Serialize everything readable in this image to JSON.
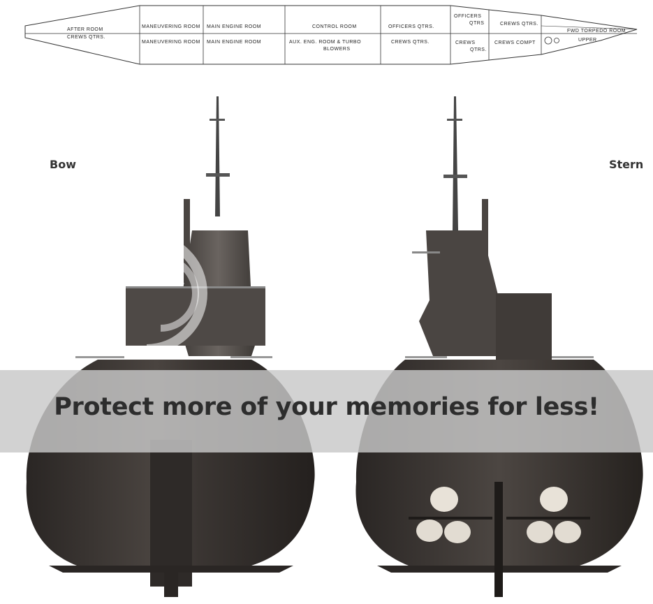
{
  "plan": {
    "upper_row": {
      "after_room": "AFTER ROOM",
      "maneuvering": "MANEUVERING ROOM",
      "main_engine": "MAIN ENGINE ROOM",
      "control": "CONTROL ROOM",
      "officers": "OFFICERS QTRS.",
      "officers2_a": "OFFICERS",
      "officers2_b": "QTRS",
      "crews": "CREWS QTRS.",
      "fwd_torpedo": "FWD TORPEDO ROOM"
    },
    "lower_row": {
      "crews_after": "CREWS QTRS.",
      "maneuvering": "MANEUVERING ROOM",
      "main_engine": "MAIN ENGINE ROOM",
      "aux_a": "AUX. ENG. ROOM & TURBO",
      "aux_b": "BLOWERS",
      "crews_mid": "CREWS QTRS.",
      "crews_fwd_a": "CREWS",
      "crews_fwd_b": "QTRS.",
      "crews_compt": "CREWS COMPT",
      "upper": "UPPER"
    }
  },
  "labels": {
    "bow": "Bow",
    "stern": "Stern"
  },
  "banner": {
    "text": "Protect more of your memories for less!"
  },
  "colors": {
    "hull": "#3a3532",
    "tower": "#5a5552",
    "banner": "#c8c8c8",
    "propeller": "#e8e2d8"
  }
}
